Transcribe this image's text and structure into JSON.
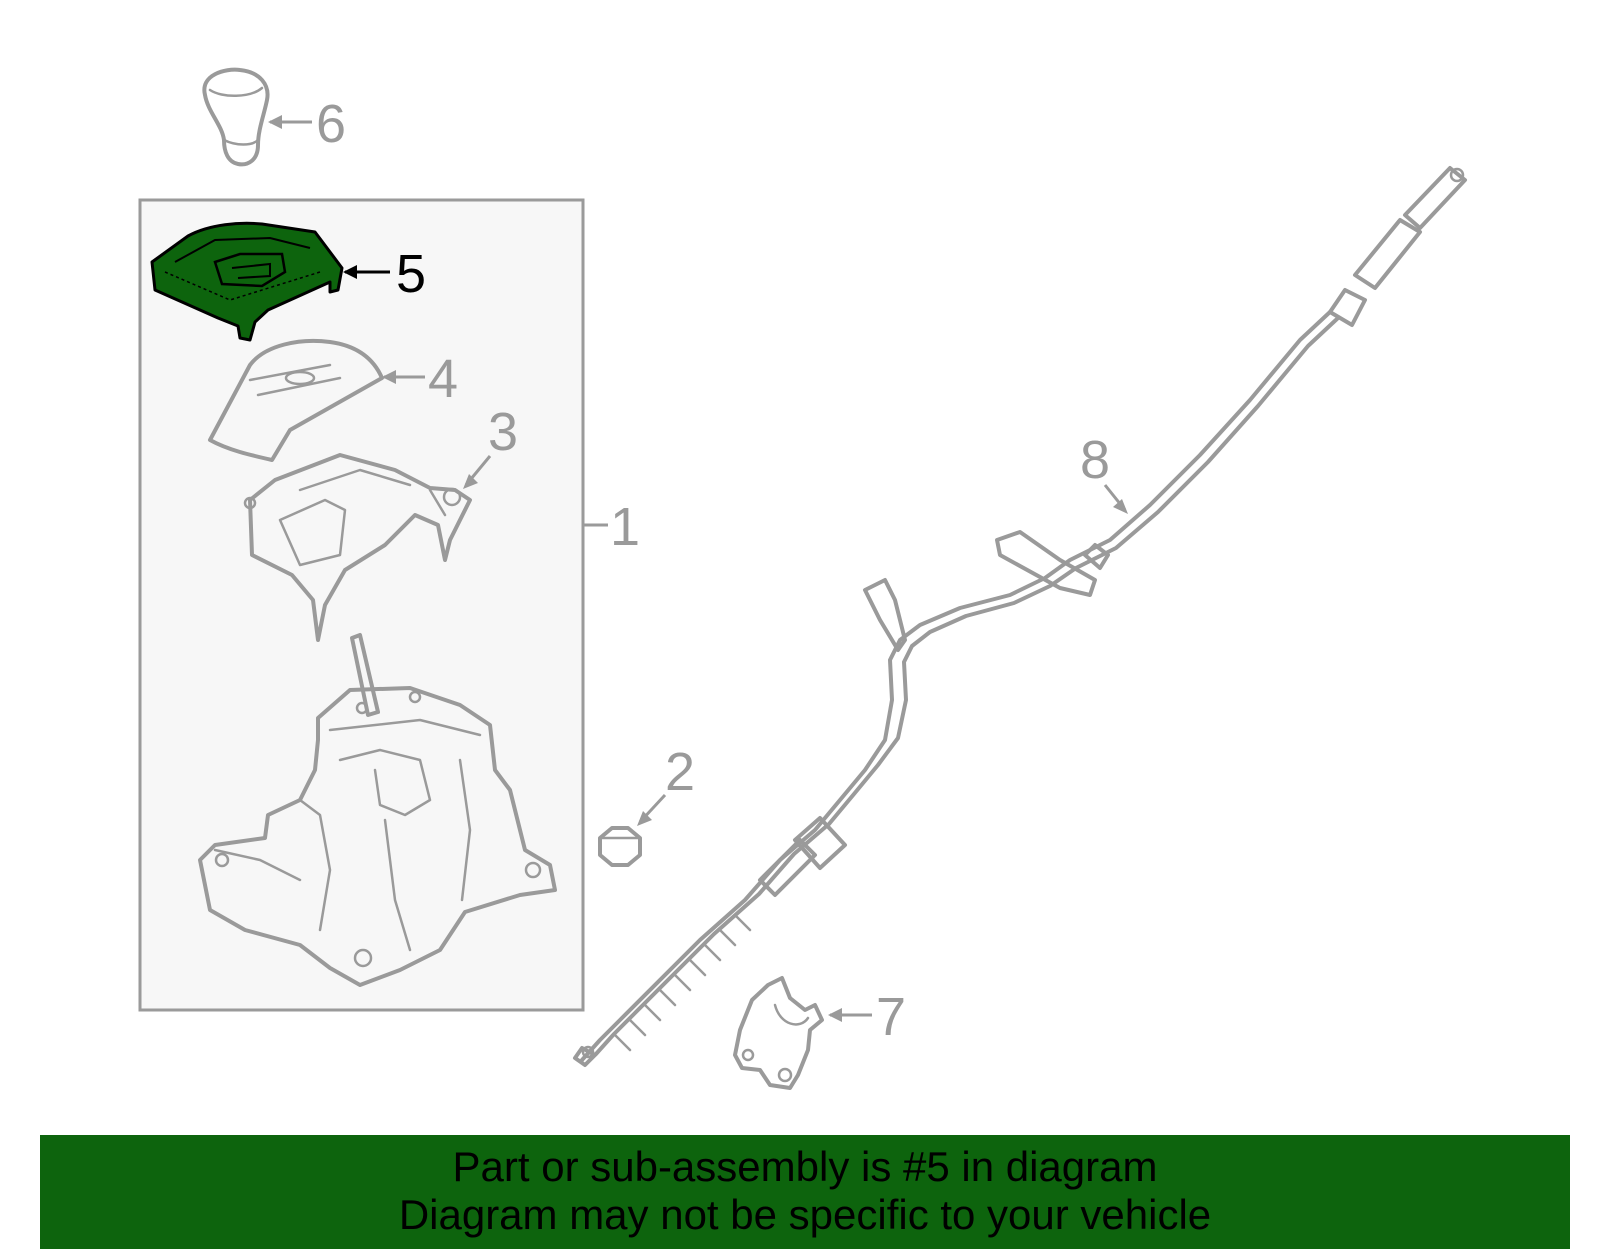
{
  "diagram": {
    "highlight_color": "#0d640d",
    "line_color": "#9a9a9a",
    "callouts": [
      {
        "id": "c1",
        "label": "1"
      },
      {
        "id": "c2",
        "label": "2"
      },
      {
        "id": "c3",
        "label": "3"
      },
      {
        "id": "c4",
        "label": "4"
      },
      {
        "id": "c5",
        "label": "5"
      },
      {
        "id": "c6",
        "label": "6"
      },
      {
        "id": "c7",
        "label": "7"
      },
      {
        "id": "c8",
        "label": "8"
      }
    ],
    "highlighted_part": "5"
  },
  "banner": {
    "line1": "Part or sub-assembly is #5 in diagram",
    "line2": "Diagram may not be specific to your vehicle",
    "background": "#0d640d"
  }
}
